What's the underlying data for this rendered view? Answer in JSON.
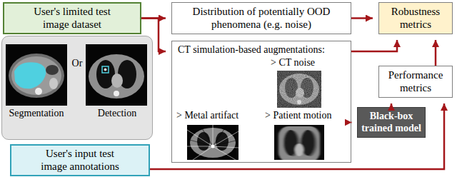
{
  "diagram": {
    "nodes": [
      {
        "text": [
          "User's limited test image dataset"
        ]
      },
      {
        "text": [
          "Distribution of potentially OOD phenomena (e.g. noise)"
        ]
      },
      {
        "text": [
          "Robustness metrics"
        ]
      },
      {
        "text": [
          "Segmentation",
          "Or",
          "Detection"
        ]
      },
      {
        "text": [
          "CT simulation-based augmentations:",
          "> CT noise",
          "> Metal artifact",
          "> Patient motion"
        ]
      },
      {
        "text": [
          "Performance metrics"
        ]
      },
      {
        "text": [
          "Black-box trained model"
        ]
      },
      {
        "text": [
          "User's input test image annotations"
        ]
      }
    ],
    "edges": [
      {
        "from": 0,
        "to": 1,
        "arrow": "to"
      },
      {
        "from": 0,
        "to": 4,
        "arrow": "to"
      },
      {
        "from": 1,
        "to": 2,
        "arrow": "to"
      },
      {
        "from": 4,
        "to": 2,
        "arrow": "to"
      },
      {
        "from": 4,
        "to": 6,
        "arrow": "to"
      },
      {
        "from": 6,
        "to": 5,
        "arrow": "to"
      },
      {
        "from": 5,
        "to": 2,
        "arrow": "to"
      },
      {
        "from": 7,
        "to": 5,
        "arrow": "to"
      }
    ]
  }
}
